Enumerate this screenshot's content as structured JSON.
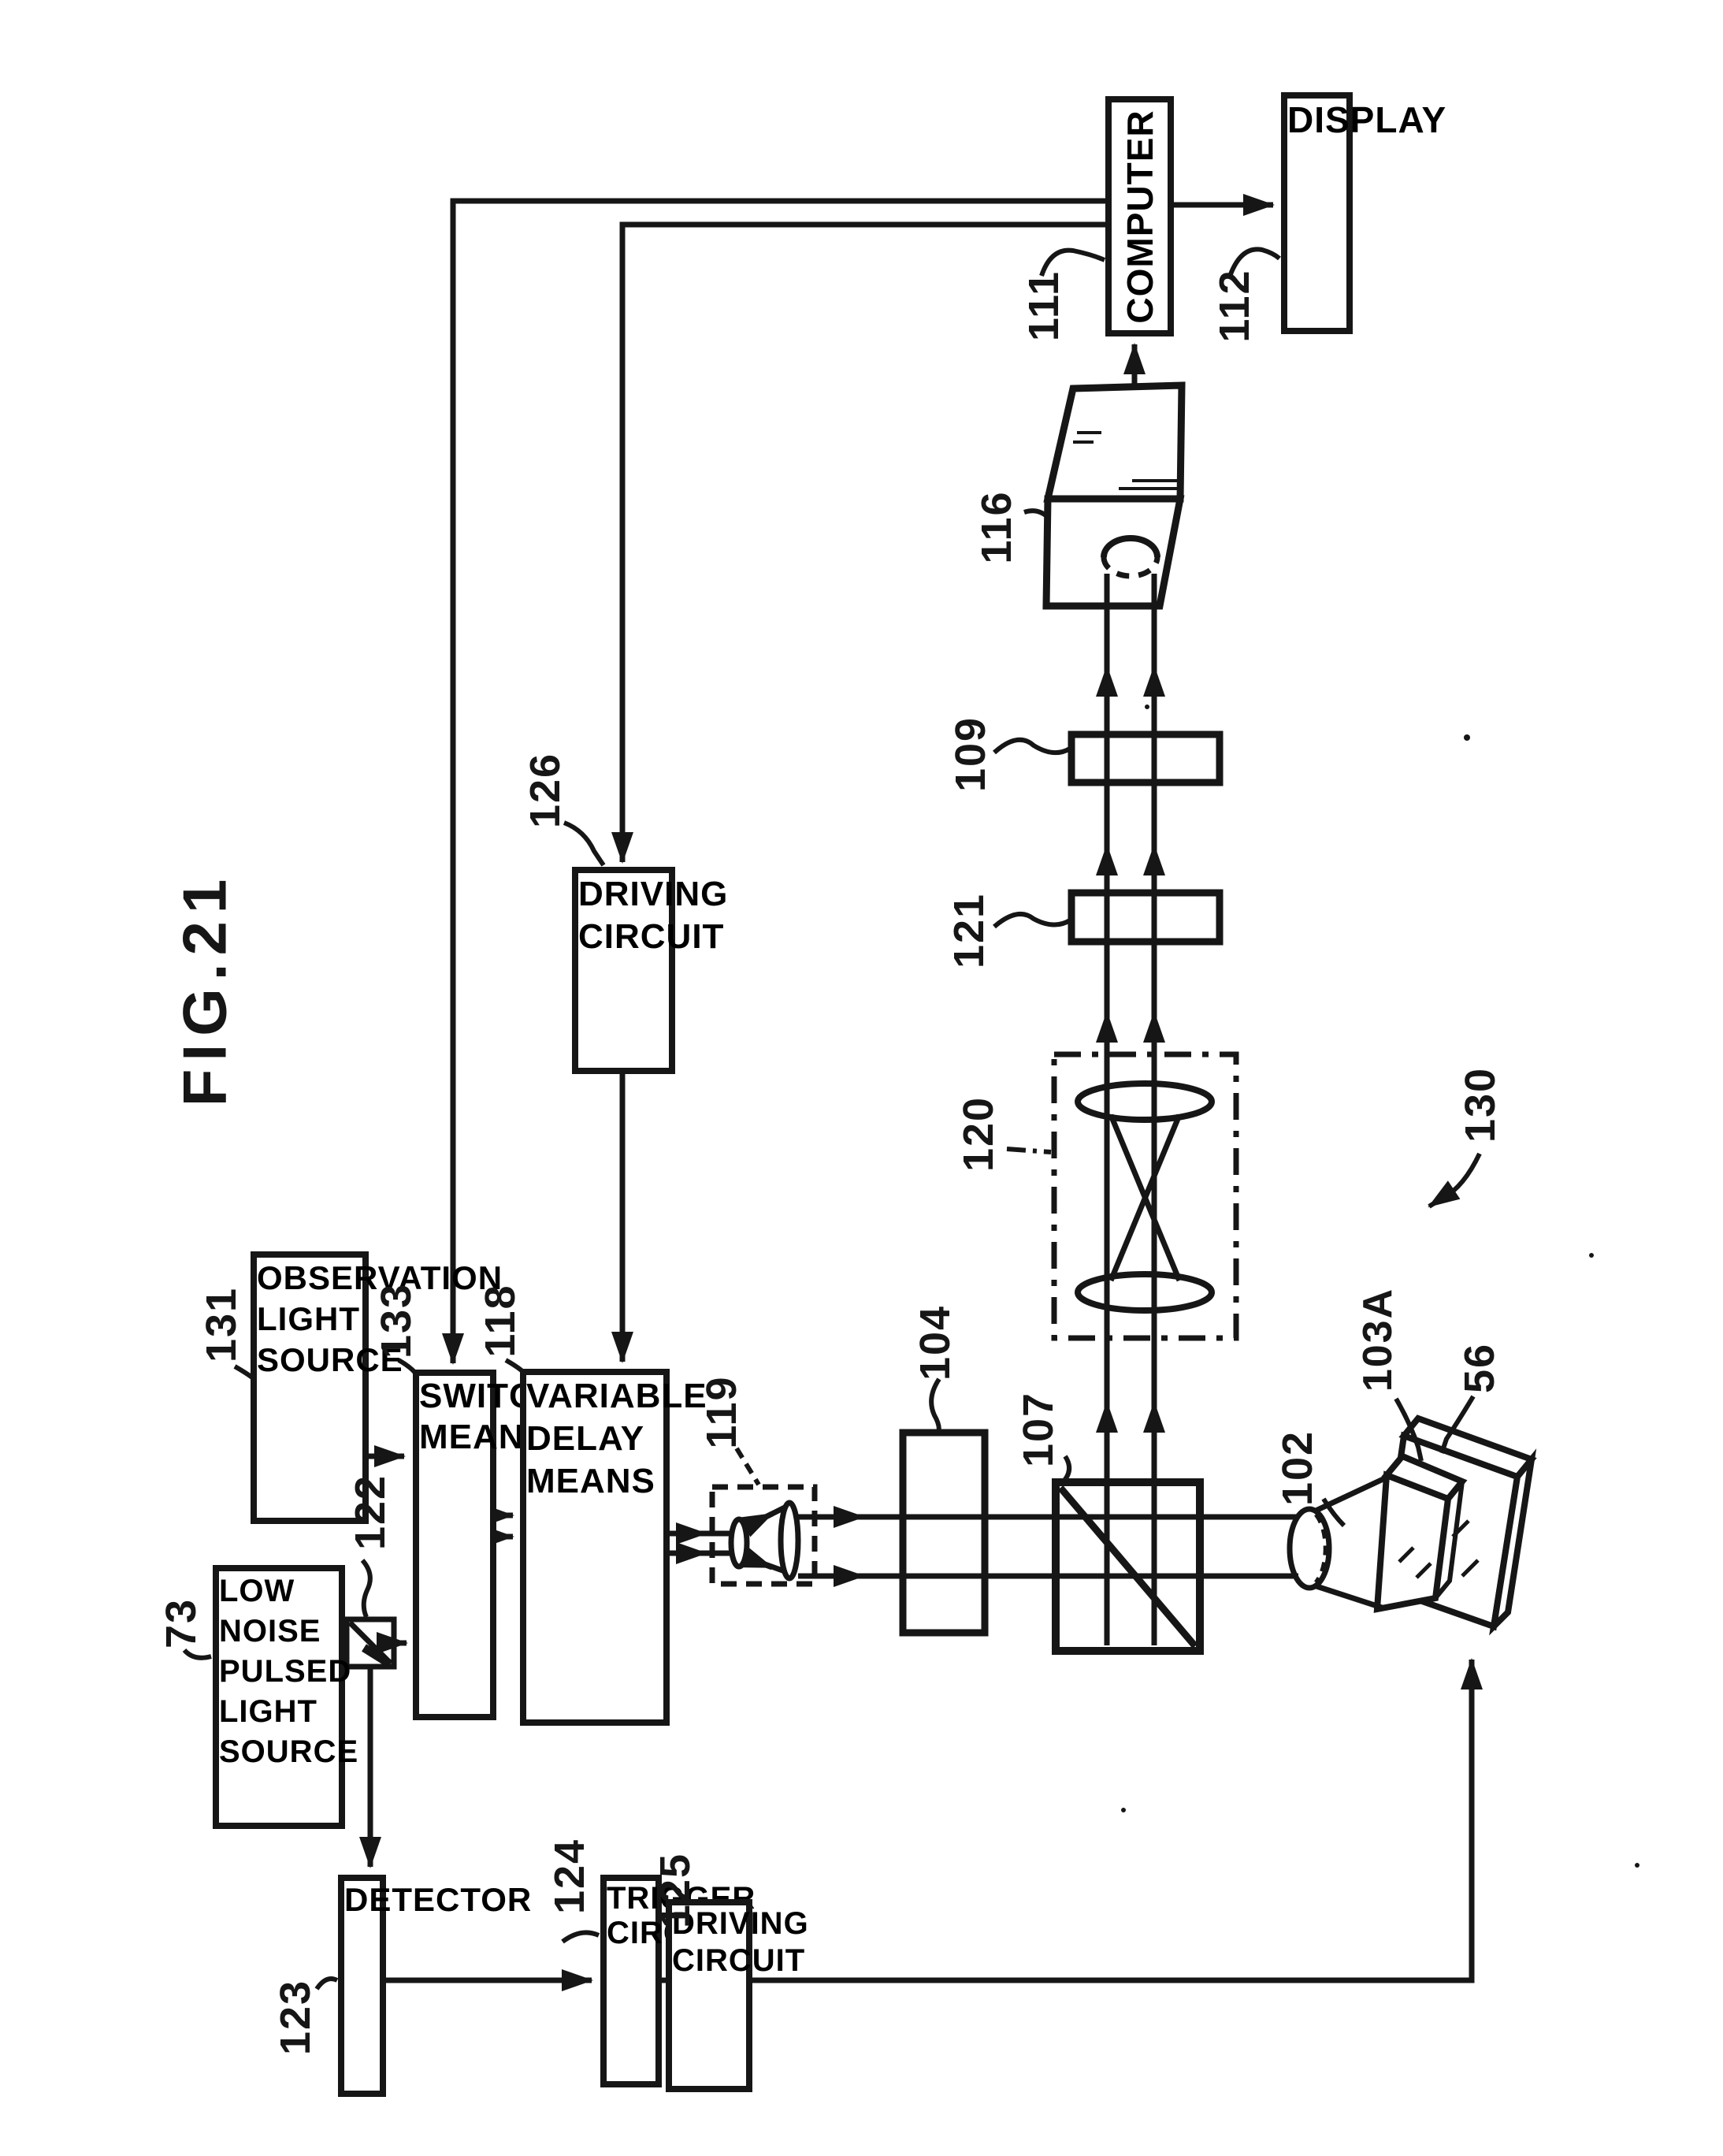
{
  "figure": {
    "title": "FIG.21"
  },
  "colors": {
    "ink": "#161616",
    "paper": "#ffffff"
  },
  "boxes": {
    "computer": {
      "label": "COMPUTER",
      "ref": "111"
    },
    "display": {
      "label": "DISPLAY",
      "ref": "112"
    },
    "driving_circuit_top": {
      "label": "DRIVING\nCIRCUIT",
      "ref": "126"
    },
    "observation_light_source": {
      "label": "OBSERVATION\nLIGHT SOURCE",
      "ref": "131"
    },
    "switching_means": {
      "label": "SWITCHING\nMEANS",
      "ref": "133"
    },
    "variable_delay_means": {
      "label": "VARIABLE\nDELAY MEANS",
      "ref": "118"
    },
    "low_noise_pulsed_light_source": {
      "label": "LOW NOISE\nPULSED LIGHT\nSOURCE",
      "ref": "73"
    },
    "detector": {
      "label": "DETECTOR",
      "ref": "123"
    },
    "trigger_circuit": {
      "label": "TRIGGER\nCIRCUIT",
      "ref": "124"
    },
    "driving_circuit_bottom": {
      "label": "DRIVING\nCIRCUIT",
      "ref": "125"
    }
  },
  "part_labels": {
    "camera": "116",
    "plate_upper": "109",
    "plate_lower": "121",
    "lens_unit": "120",
    "splitter_cube": "107",
    "slit_plate": "104",
    "expander_lens": "119",
    "objective_lens": "102",
    "sample_plate": "103A",
    "sample_stage": "56",
    "system": "130",
    "splitter_mirror": "122"
  }
}
